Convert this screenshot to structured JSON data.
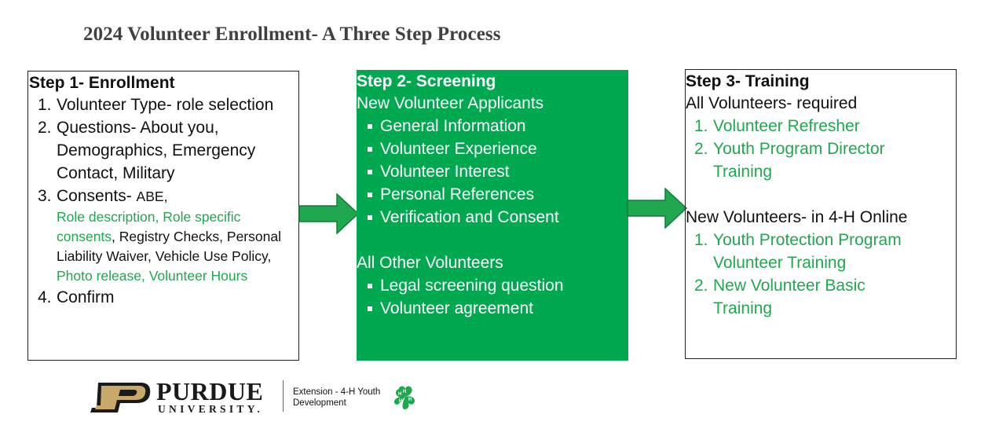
{
  "title": "2024 Volunteer Enrollment- A Three Step Process",
  "step1": {
    "heading": "Step 1- Enrollment",
    "items": [
      {
        "num": "1.",
        "text": "Volunteer Type- role selection"
      },
      {
        "num": "2.",
        "text": "Questions- About you, Demographics, Emergency Contact, Military"
      },
      {
        "num": "3.",
        "prefix": "Consents- ",
        "abe": "ABE,",
        "role_desc": "Role description",
        "comma": ", ",
        "role_spec": "Role specific consents",
        "rest": ", Registry Checks, Personal Liability Waiver, Vehicle Use Policy, ",
        "photo": "Photo release, Volunteer Hours"
      },
      {
        "num": "4.",
        "text": "Confirm"
      }
    ]
  },
  "step2": {
    "heading": "Step 2- Screening",
    "group1_title": "New Volunteer Applicants",
    "group1_items": [
      "General Information",
      "Volunteer Experience",
      "Volunteer Interest",
      "Personal References",
      "Verification and Consent"
    ],
    "group2_title": "All Other Volunteers",
    "group2_items": [
      "Legal screening question",
      "Volunteer agreement"
    ]
  },
  "step3": {
    "heading": "Step 3- Training",
    "group1_title": "All Volunteers- required",
    "group1_items": [
      {
        "num": "1.",
        "text": "Volunteer Refresher"
      },
      {
        "num": "2.",
        "text": "Youth Program Director Training"
      }
    ],
    "group2_title": "New Volunteers- in 4-H Online",
    "group2_items": [
      {
        "num": "1.",
        "text": "Youth Protection Program Volunteer Training"
      },
      {
        "num": "2.",
        "text": "New Volunteer Basic Training"
      }
    ]
  },
  "footer": {
    "purdue": "PURDUE",
    "university": "UNIVERSITY.",
    "extension_line1": "Extension - 4-H Youth",
    "extension_line2": "Development"
  },
  "colors": {
    "green_fill": "#00a94f",
    "green_text": "#1fa84f",
    "arrow_fill": "#1fa84f",
    "title_gray": "#404040",
    "purdue_gold": "#c9a96a"
  }
}
